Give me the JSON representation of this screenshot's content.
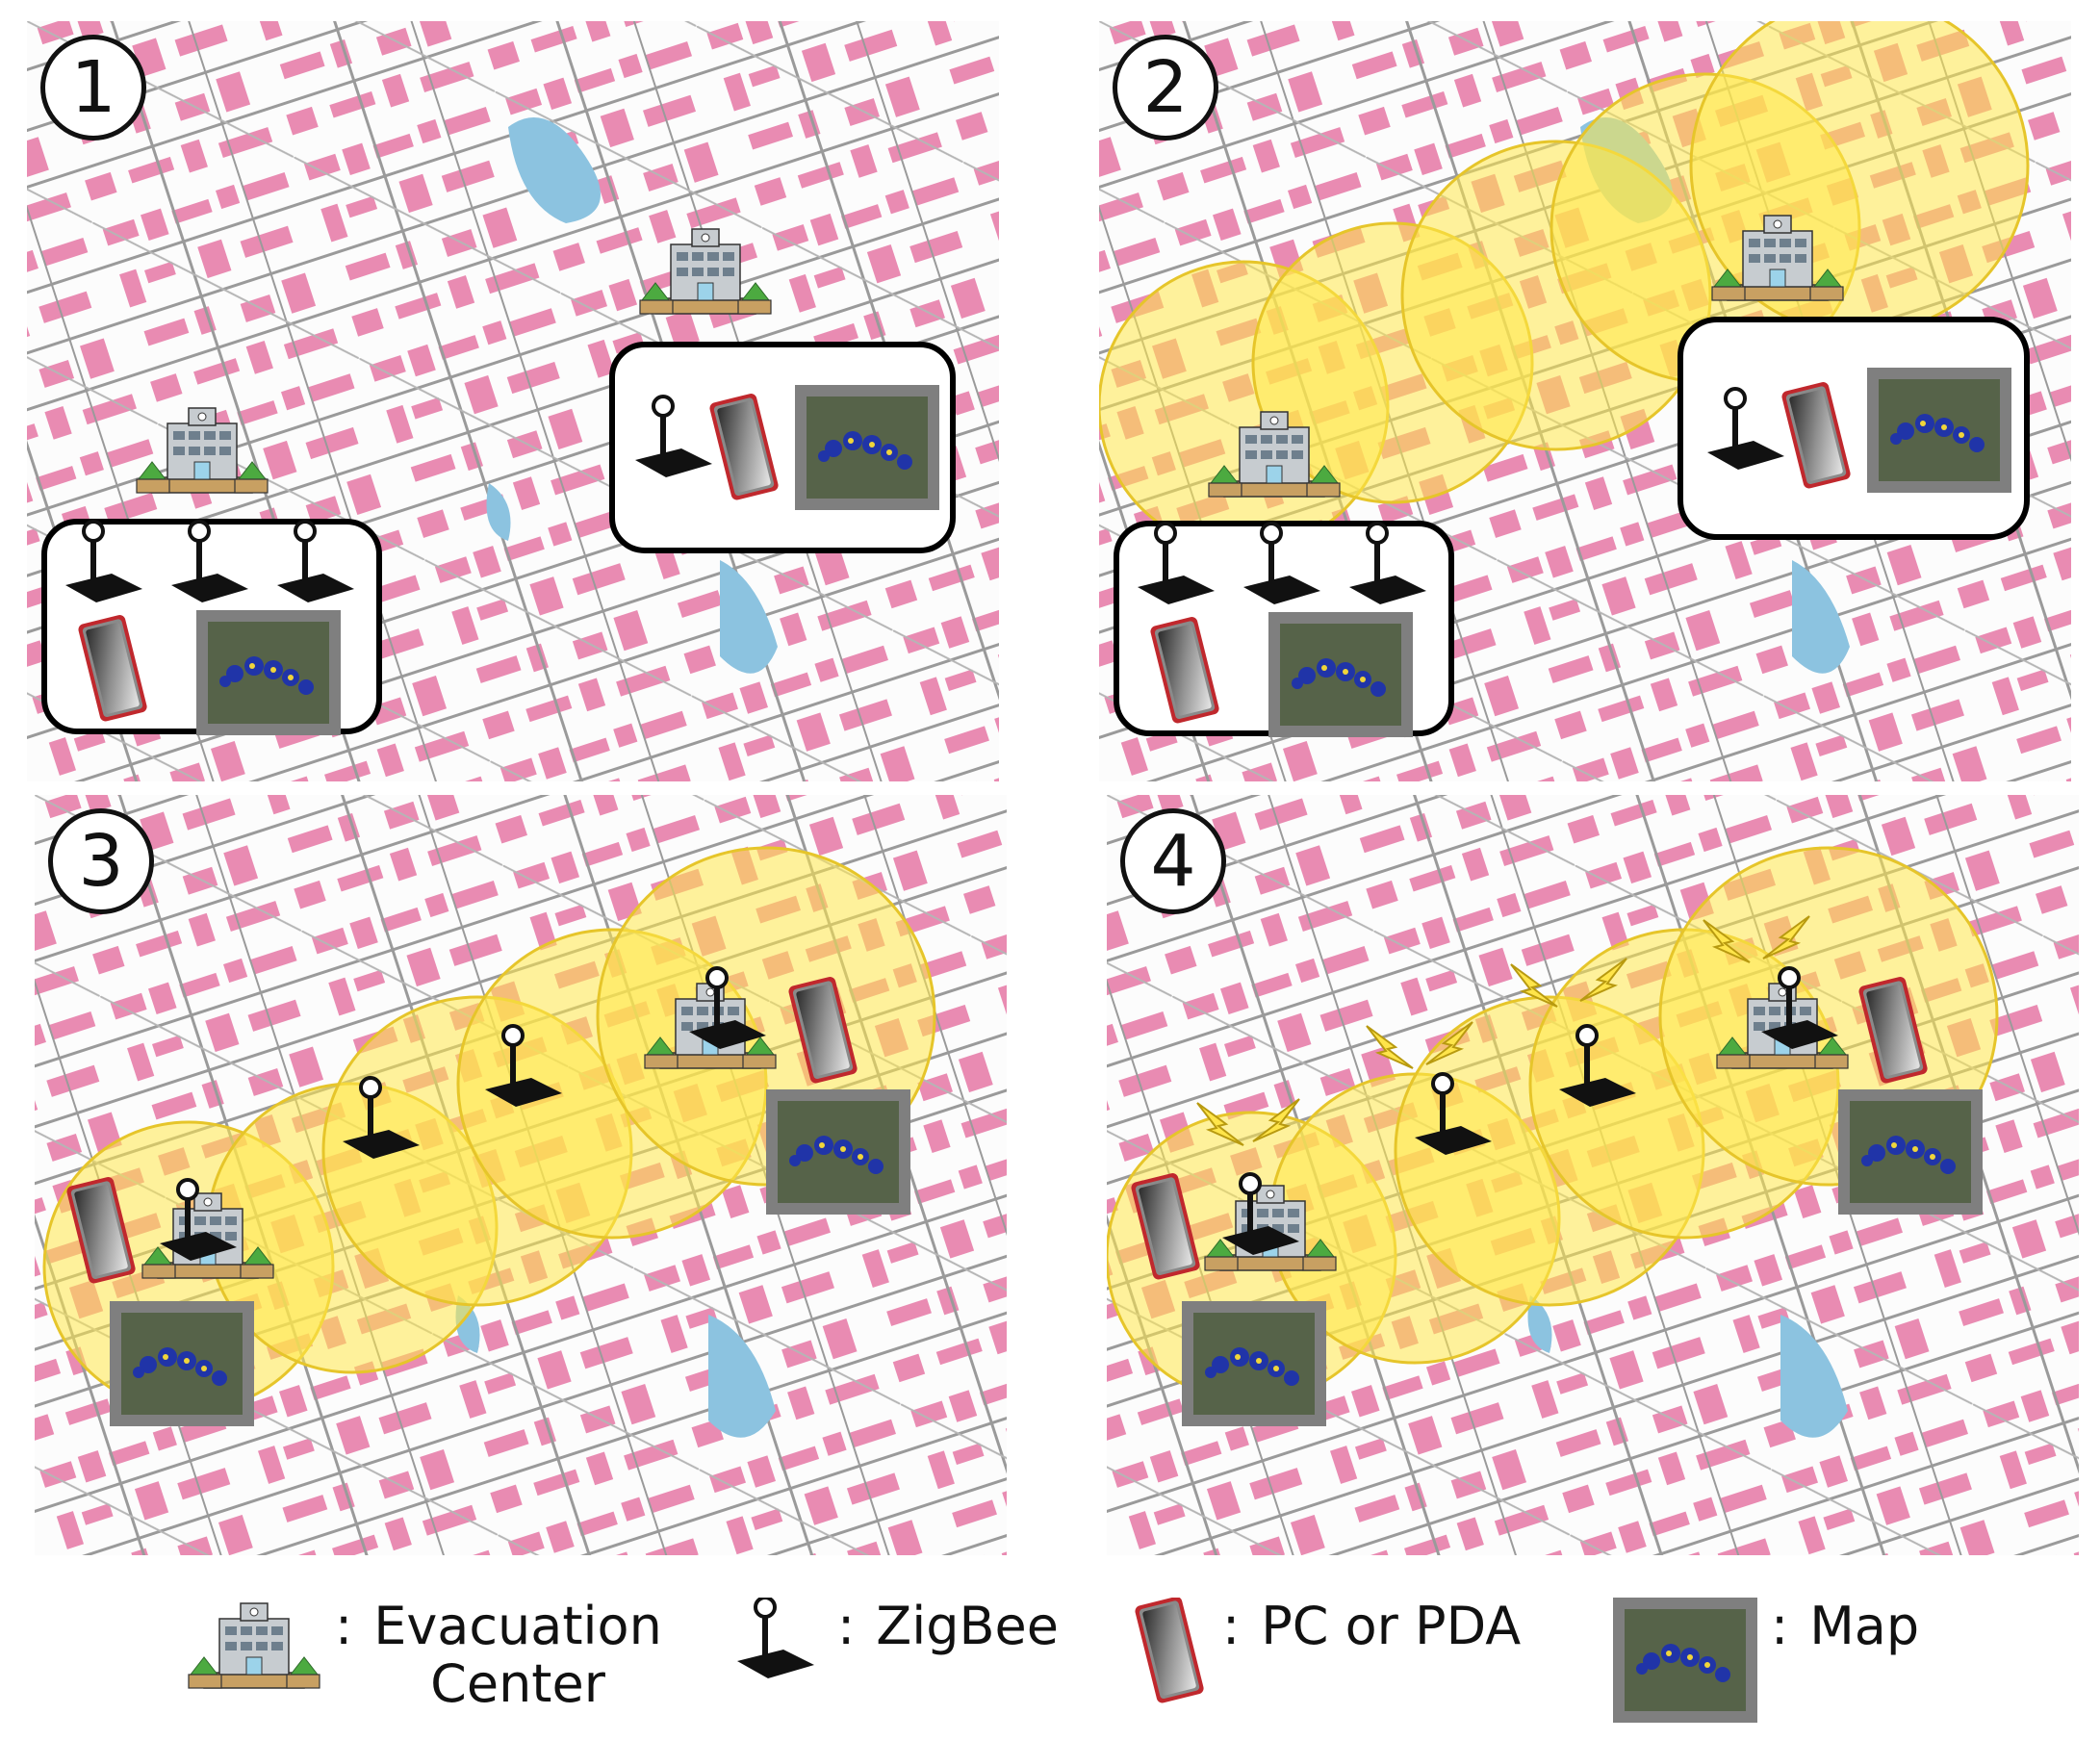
{
  "panels": [
    {
      "id": "panel-1",
      "number": "1"
    },
    {
      "id": "panel-2",
      "number": "2"
    },
    {
      "id": "panel-3",
      "number": "3"
    },
    {
      "id": "panel-4",
      "number": "4"
    }
  ],
  "legend": {
    "evacuation_center_line1": "Evacuation",
    "evacuation_center_line2": "Center",
    "zigbee": "ZigBee",
    "pc_or_pda": "PC or PDA",
    "map": "Map"
  },
  "icons": {
    "evacuation_center": "building-icon",
    "zigbee": "zigbee-antenna-icon",
    "pc_or_pda": "pda-device-icon",
    "map": "map-thumbnail-icon",
    "signal": "lightning-signal-icon"
  },
  "colors": {
    "building_blocks": "#e98bb2",
    "water": "#8cc3e0",
    "roads": "#9a9a9a",
    "coverage": "#ffe84a",
    "device_outline": "#c0282d",
    "box_border": "#000000"
  }
}
